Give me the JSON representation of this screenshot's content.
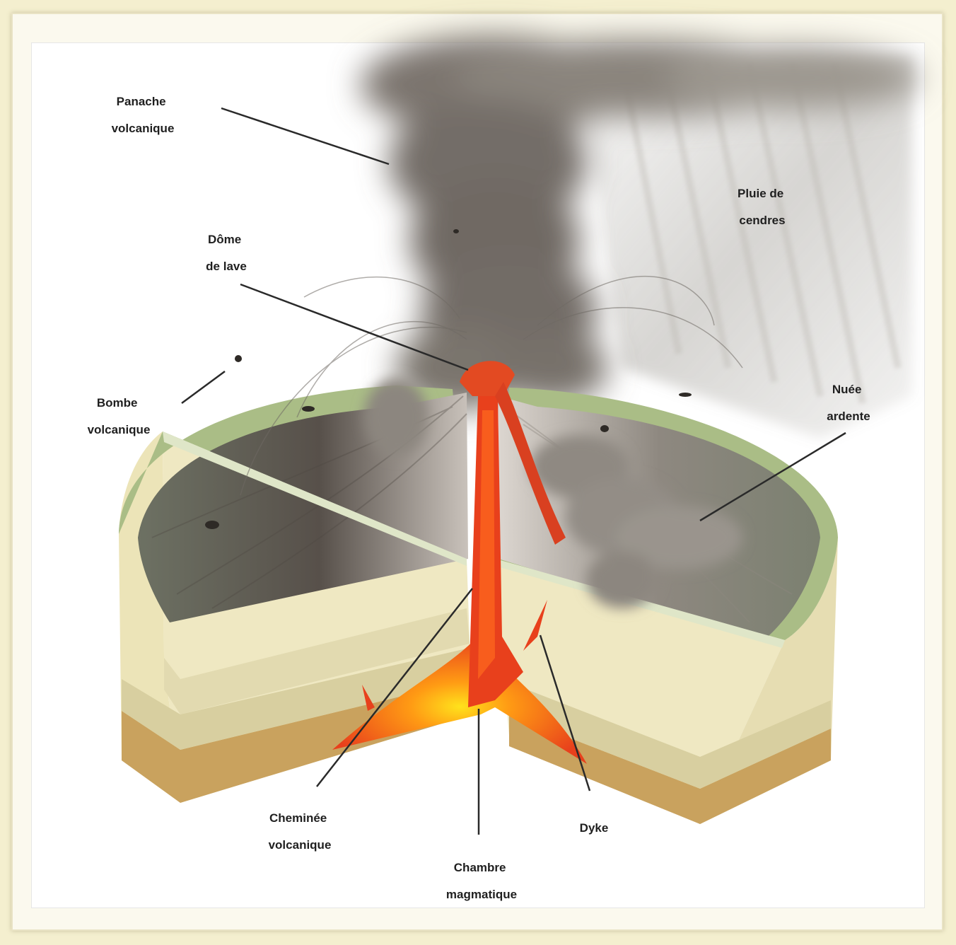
{
  "labels": {
    "panache": [
      "Panache",
      "volcanique"
    ],
    "pluie": [
      "Pluie de",
      "cendres"
    ],
    "dome": [
      "Dôme",
      "de lave"
    ],
    "bombe": [
      "Bombe",
      "volcanique"
    ],
    "nuee": [
      "Nuée",
      "ardente"
    ],
    "cheminee": [
      "Cheminée",
      "volcanique"
    ],
    "chambre": [
      "Chambre",
      "magmatique"
    ],
    "dyke": [
      "Dyke"
    ]
  },
  "colors": {
    "magma": "#e8401c",
    "magma_core": "#ffd31a",
    "ash": "#7a746d",
    "crater_rim": "#a9bb84",
    "soil_light": "#efe8c2",
    "soil_dark": "#c9a25e"
  }
}
